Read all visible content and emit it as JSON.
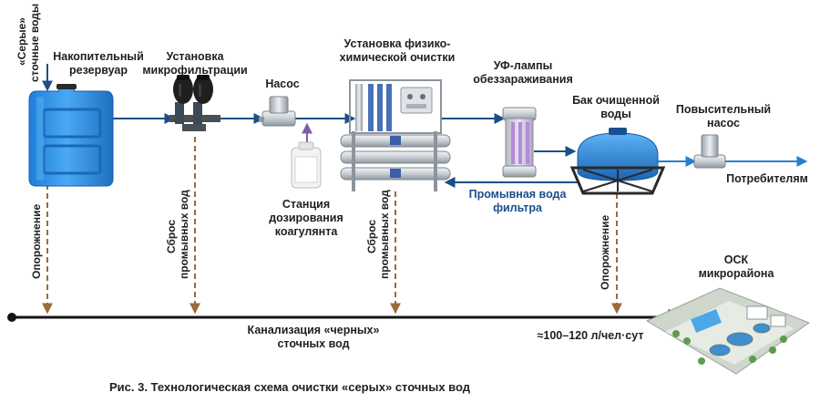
{
  "labels": {
    "gray_water_1": "«Серые»",
    "gray_water_2": "сточные воды",
    "storage_tank_1": "Накопительный",
    "storage_tank_2": "резервуар",
    "microfiltration_1": "Установка",
    "microfiltration_2": "микрофильтрации",
    "pump": "Насос",
    "physchem_1": "Установка физико-",
    "physchem_2": "химической очистки",
    "uv_1": "УФ-лампы",
    "uv_2": "обеззараживания",
    "clean_tank_1": "Бак очищенной",
    "clean_tank_2": "воды",
    "booster_pump_1": "Повысительный",
    "booster_pump_2": "насос",
    "consumers": "Потребителям",
    "dosing_1": "Станция",
    "dosing_2": "дозирования",
    "dosing_3": "коагулянта",
    "wash_water_1": "Промывная вода",
    "wash_water_2": "фильтра",
    "drain_left": "Опорожнение",
    "flush_mf_1": "Сброс",
    "flush_mf_2": "промывных вод",
    "flush_pc_1": "Сброс",
    "flush_pc_2": "промывных вод",
    "drain_right": "Опорожнение",
    "osk_1": "ОСК",
    "osk_2": "микрорайона",
    "sewer_1": "Канализация «черных»",
    "sewer_2": "сточных вод",
    "flow_rate": "≈100–120 л/чел·сут"
  },
  "caption": "Рис. 3. Технологическая схема очистки «серых» сточных вод",
  "colors": {
    "process_line": "#1d4f84",
    "flush_line": "#9b6a3c",
    "sewer_line": "#141414",
    "dosing_arrow": "#7b5ea8",
    "tank_blue": "#2f8fe6"
  }
}
